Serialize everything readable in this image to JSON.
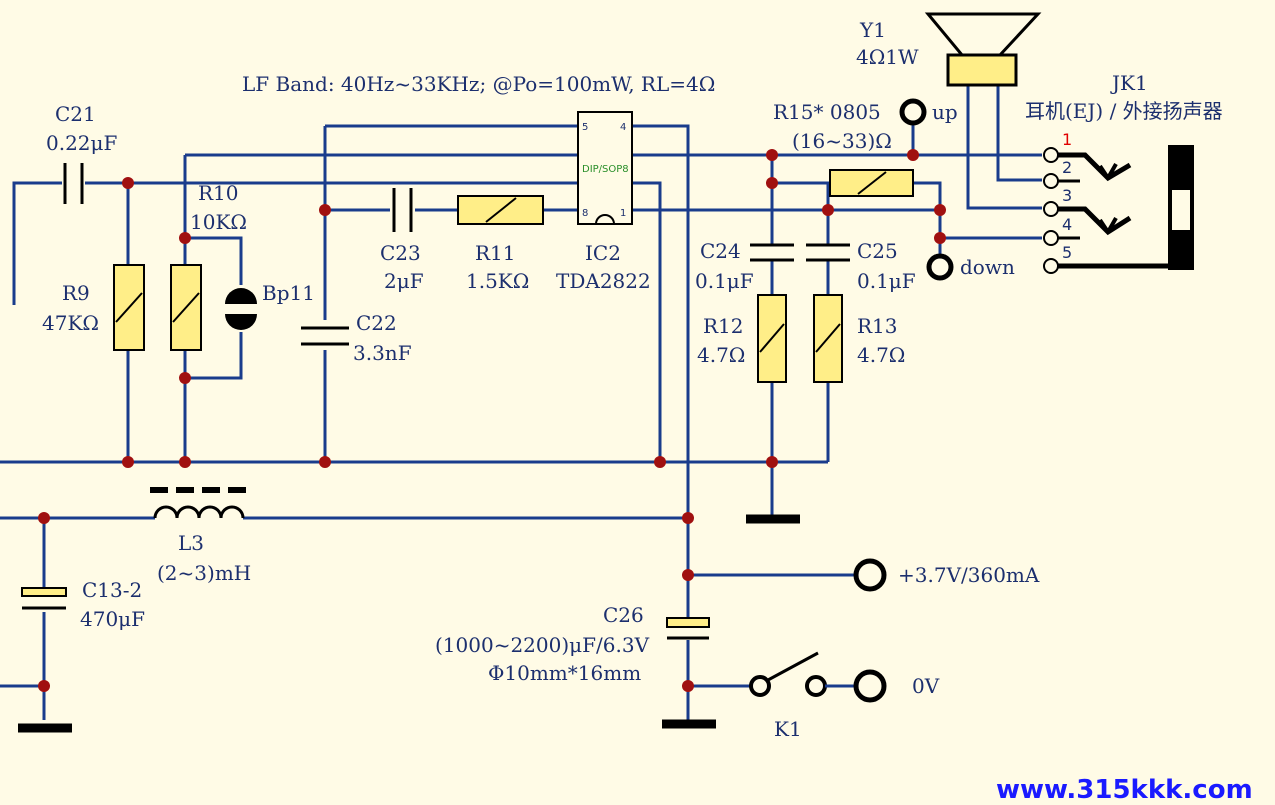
{
  "info": "LF Band:  40Hz~33KHz;  @Po=100mW, RL=4Ω",
  "components": {
    "c21": {
      "ref": "C21",
      "value": "0.22μF"
    },
    "r9": {
      "ref": "R9",
      "value": "47KΩ"
    },
    "r10": {
      "ref": "R10",
      "value": "10KΩ"
    },
    "bp11": {
      "ref": "Bp11"
    },
    "c22": {
      "ref": "C22",
      "value": "3.3nF"
    },
    "c23": {
      "ref": "C23",
      "value": "2μF"
    },
    "r11": {
      "ref": "R11",
      "value": "1.5KΩ"
    },
    "ic2": {
      "ref": "IC2",
      "value": "TDA2822",
      "package": "DIP/SOP8",
      "pins": [
        "5",
        "4",
        "8",
        "1"
      ]
    },
    "c24": {
      "ref": "C24",
      "value": "0.1μF"
    },
    "c25": {
      "ref": "C25",
      "value": "0.1μF"
    },
    "r12": {
      "ref": "R12",
      "value": "4.7Ω"
    },
    "r13": {
      "ref": "R13",
      "value": "4.7Ω"
    },
    "r15": {
      "ref": "R15* 0805",
      "value": "(16~33)Ω"
    },
    "y1": {
      "ref": "Y1",
      "value": "4Ω1W"
    },
    "jk1": {
      "ref": "JK1",
      "desc": "耳机(EJ) / 外接扬声器",
      "pins": [
        "1",
        "2",
        "3",
        "4",
        "5"
      ]
    },
    "l3": {
      "ref": "L3",
      "value": "(2~3)mH"
    },
    "c13": {
      "ref": "C13-2",
      "value": "470μF"
    },
    "c26": {
      "ref": "C26",
      "value": "(1000~2200)μF/6.3V",
      "size": "Φ10mm*16mm"
    },
    "k1": {
      "ref": "K1"
    }
  },
  "terminals": {
    "up": "up",
    "down": "down",
    "power": "+3.7V/360mA",
    "ground": "0V"
  },
  "watermark": "www.315kkk.com",
  "colors": {
    "background": "#fffbe6",
    "wire": "#1a3c8c",
    "junction": "#a01010",
    "resistor_fill": "#ffee88",
    "label": "#1c2f6e",
    "watermark": "#1a1aff"
  }
}
